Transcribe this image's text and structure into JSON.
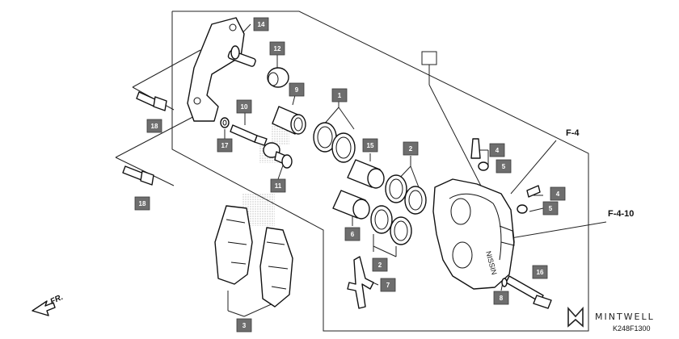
{
  "callouts": {
    "p1": "1",
    "p2a": "2",
    "p2b": "2",
    "p3": "3",
    "p4a": "4",
    "p4b": "4",
    "p5a": "5",
    "p5b": "5",
    "p6": "6",
    "p7": "7",
    "p8": "8",
    "p9": "9",
    "p10": "10",
    "p11": "11",
    "p12": "12",
    "p14": "14",
    "p15": "15",
    "p16": "16",
    "p17": "17",
    "p18a": "18",
    "p18b": "18"
  },
  "refs": {
    "f4": "F-4",
    "f410": "F-4-10"
  },
  "front_marker": "FR.",
  "caliper_logo": "NISSIN",
  "brand": "MINTWELL",
  "diagram_code": "K248F1300",
  "colors": {
    "callout_fill": "#6e6e6e",
    "line": "#222222"
  }
}
